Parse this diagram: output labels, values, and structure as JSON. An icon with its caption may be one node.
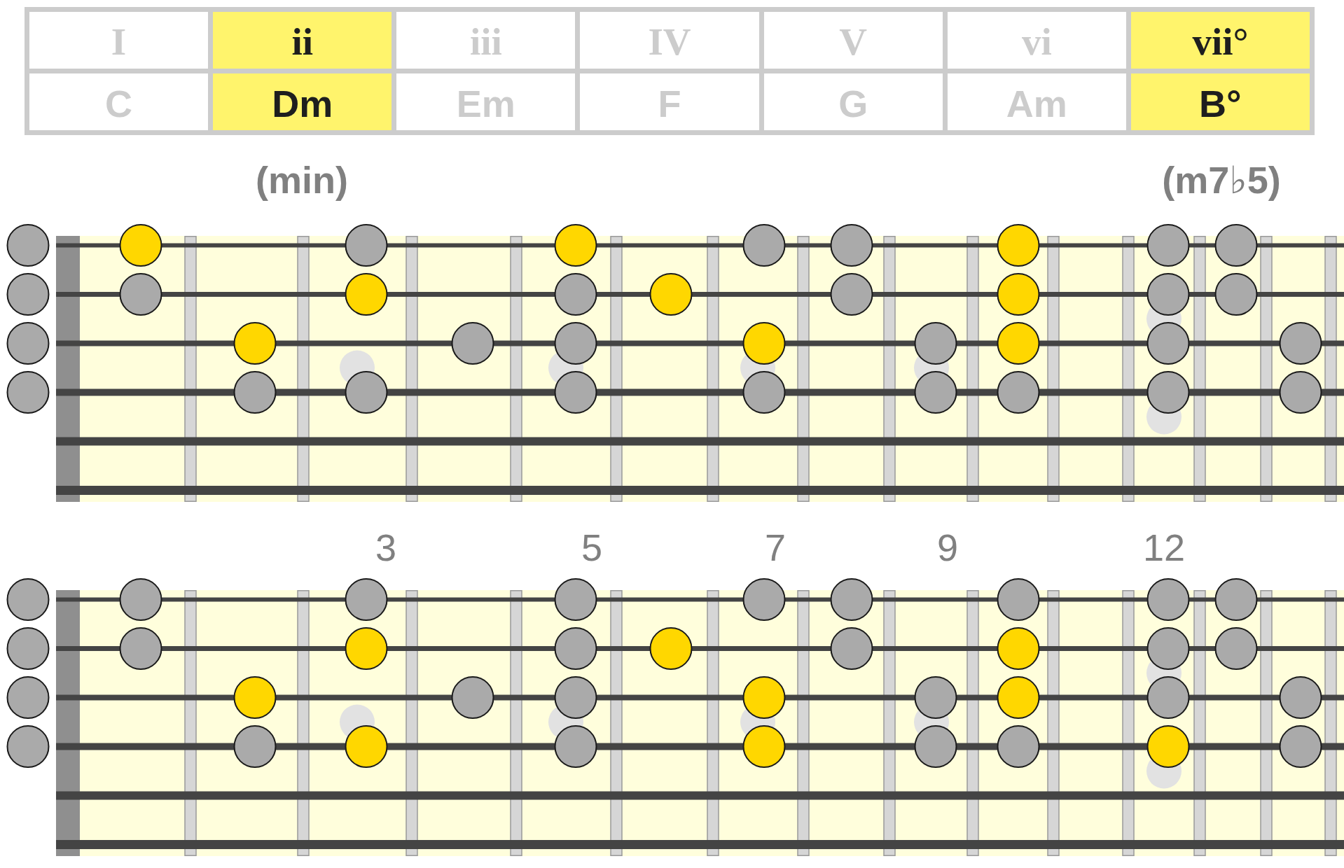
{
  "diagram": {
    "labels": [
      "I",
      "ii",
      "iii",
      "IV",
      "V",
      "vi",
      "vii°",
      "C",
      "Dm",
      "Em",
      "F",
      "G",
      "Am",
      "B°",
      "(min)",
      "(m7♭5)",
      "3",
      "5",
      "7",
      "9",
      "12"
    ]
  }
}
